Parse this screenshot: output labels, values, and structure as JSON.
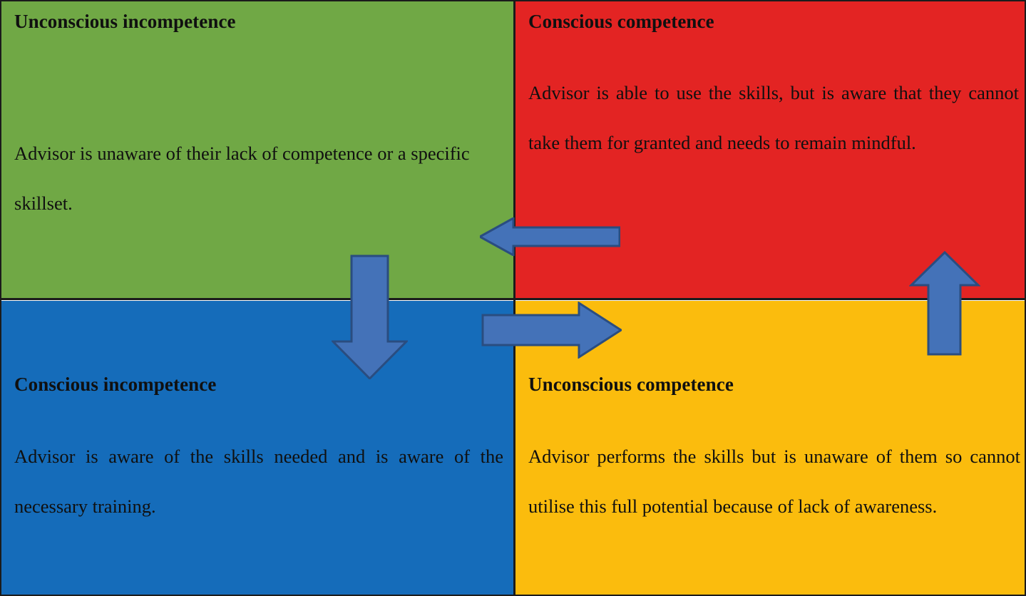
{
  "diagram": {
    "name": "four-stages-of-competence-matrix",
    "layout": "2x2 quadrant matrix with cyclic block arrows",
    "colors": {
      "green": "#70a845",
      "red": "#e32423",
      "blue": "#156cba",
      "amber": "#fbbc0d",
      "arrow_fill": "#4472b8",
      "arrow_stroke": "#2a4d80",
      "border": "#1b1b1b",
      "text": "#101010"
    },
    "quadrants": [
      {
        "id": "top-left",
        "title": "Unconscious incompetence",
        "body": "Advisor is unaware of their lack of competence or a specific skillset.",
        "color": "#70a845"
      },
      {
        "id": "top-right",
        "title": "Conscious competence",
        "body": "Advisor is able to use the skills, but is aware that they cannot take them for granted and needs to remain mindful.",
        "color": "#e32423"
      },
      {
        "id": "bottom-left",
        "title": "Conscious incompetence",
        "body": "Advisor is aware of the skills needed and is aware of the necessary training.",
        "color": "#156cba"
      },
      {
        "id": "bottom-right",
        "title": "Unconscious competence",
        "body": "Advisor performs the skills but is unaware of them so cannot utilise this full potential because of lack of awareness.",
        "color": "#fbbc0d"
      }
    ],
    "arrows": [
      {
        "id": "arrow-left",
        "direction": "left",
        "from": "top-right",
        "to": "top-left"
      },
      {
        "id": "arrow-down",
        "direction": "down",
        "from": "top-left",
        "to": "bottom-left"
      },
      {
        "id": "arrow-right",
        "direction": "right",
        "from": "bottom-left",
        "to": "bottom-right"
      },
      {
        "id": "arrow-up",
        "direction": "up",
        "from": "bottom-right",
        "to": "top-right"
      }
    ]
  }
}
